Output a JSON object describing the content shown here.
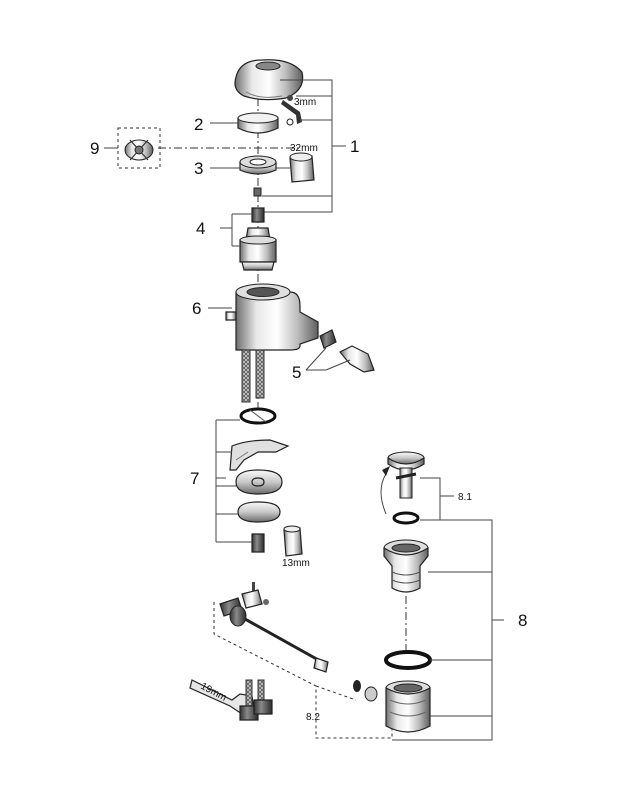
{
  "callouts": {
    "c1": "1",
    "c2": "2",
    "c3": "3",
    "c4": "4",
    "c5": "5",
    "c6": "6",
    "c7": "7",
    "c8": "8",
    "c8_1": "8.1",
    "c8_2": "8.2",
    "c9": "9"
  },
  "dimensions": {
    "d_3mm": "3mm",
    "d_32mm": "32mm",
    "d_13mm": "13mm",
    "d_19mm": "19mm"
  }
}
